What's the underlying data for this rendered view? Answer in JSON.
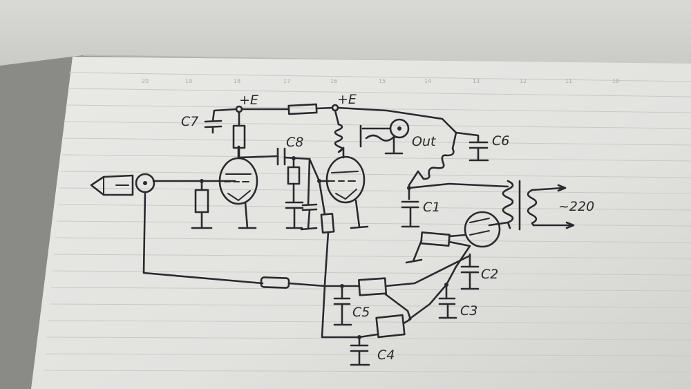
{
  "schematic": {
    "labels": {
      "supply_left": "+E",
      "supply_right": "+E",
      "c7": "C7",
      "c8": "C8",
      "c6": "C6",
      "out": "Out",
      "c1": "C1",
      "c2": "C2",
      "c3": "C3",
      "c4": "C4",
      "c5": "C5",
      "mains": "~220"
    },
    "ruler_marks": [
      "20",
      "19",
      "18",
      "17",
      "16",
      "15",
      "14",
      "13",
      "12",
      "11",
      "10"
    ]
  }
}
